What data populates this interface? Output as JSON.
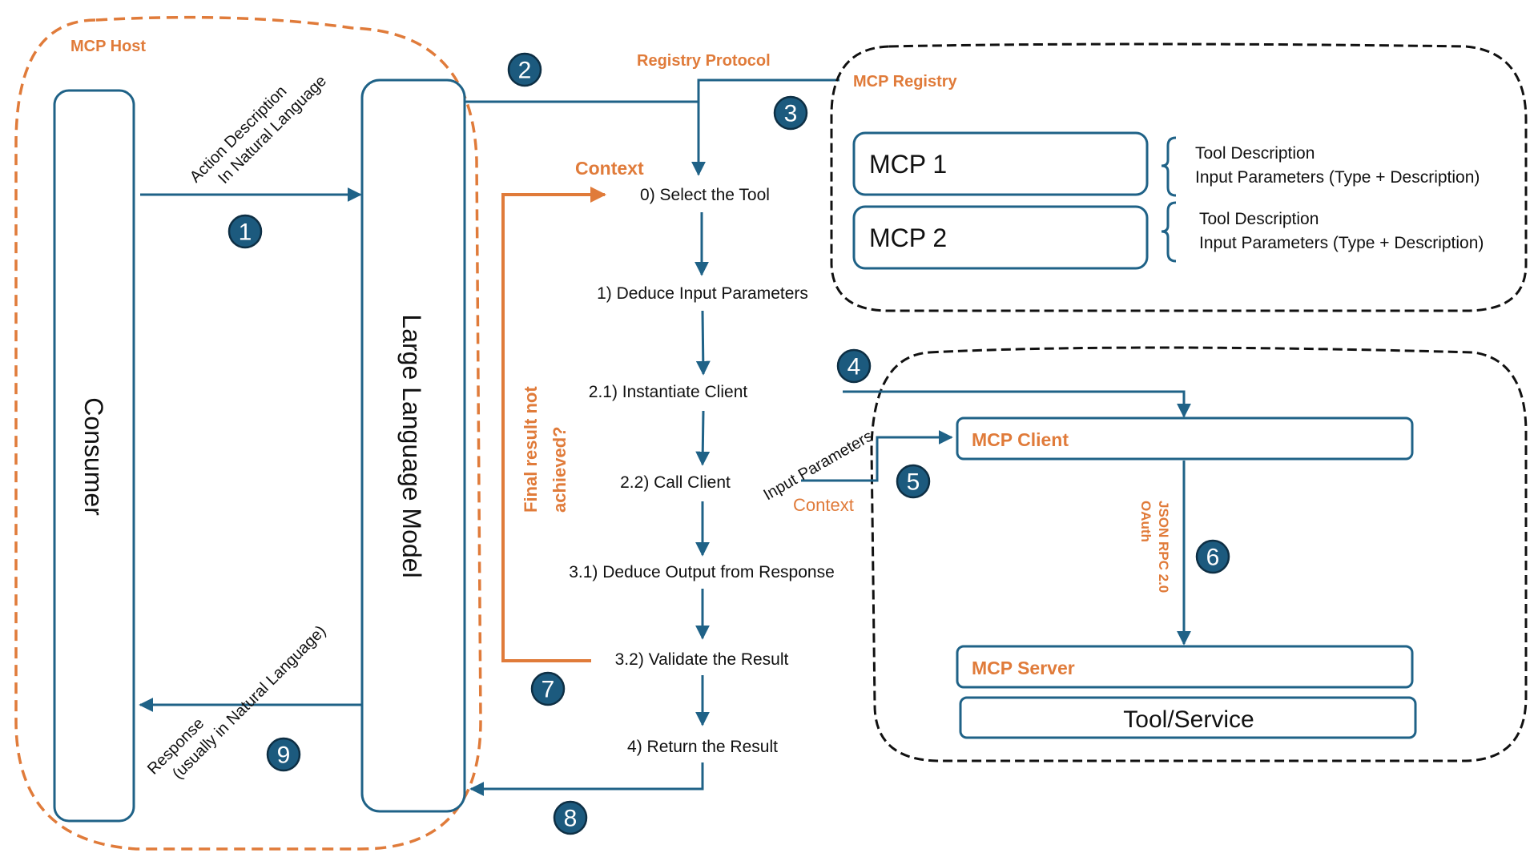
{
  "colors": {
    "primary_blue": "#1F6287",
    "badge_blue": "#1C5A7E",
    "accent_orange": "#E07B3A",
    "text": "#111111",
    "dashed_black": "#111111"
  },
  "host": {
    "title": "MCP Host",
    "consumer_label": "Consumer",
    "llm_label": "Large Language Model",
    "action_label_line1": "Action Description",
    "action_label_line2": "In Natural Language",
    "response_label_line1": "Response",
    "response_label_line2": "(usually in Natural Language)"
  },
  "registry": {
    "protocol_label": "Registry Protocol",
    "title": "MCP Registry",
    "entries": [
      {
        "name": "MCP 1",
        "details": [
          "Tool Description",
          "Input Parameters (Type + Description)"
        ]
      },
      {
        "name": "MCP 2",
        "details": [
          "Tool Description",
          "Input Parameters (Type + Description)"
        ]
      }
    ]
  },
  "flow": {
    "context_label": "Context",
    "loop_label_line1": "Final result not",
    "loop_label_line2": "achieved?",
    "steps": [
      "0) Select the Tool",
      "1) Deduce Input Parameters",
      "2.1) Instantiate  Client",
      "2.2) Call Client",
      "3.1) Deduce Output from Response",
      "3.2) Validate the Result",
      "4) Return the Result"
    ]
  },
  "server_side": {
    "input_params_label": "Input Parameters",
    "context_label": "Context",
    "client_label": "MCP Client",
    "server_label": "MCP Server",
    "protocol_line1": "JSON RPC 2.0",
    "protocol_line2": "OAuth",
    "tool_service_label": "Tool/Service"
  },
  "badges": [
    "1",
    "2",
    "3",
    "4",
    "5",
    "6",
    "7",
    "8",
    "9"
  ]
}
